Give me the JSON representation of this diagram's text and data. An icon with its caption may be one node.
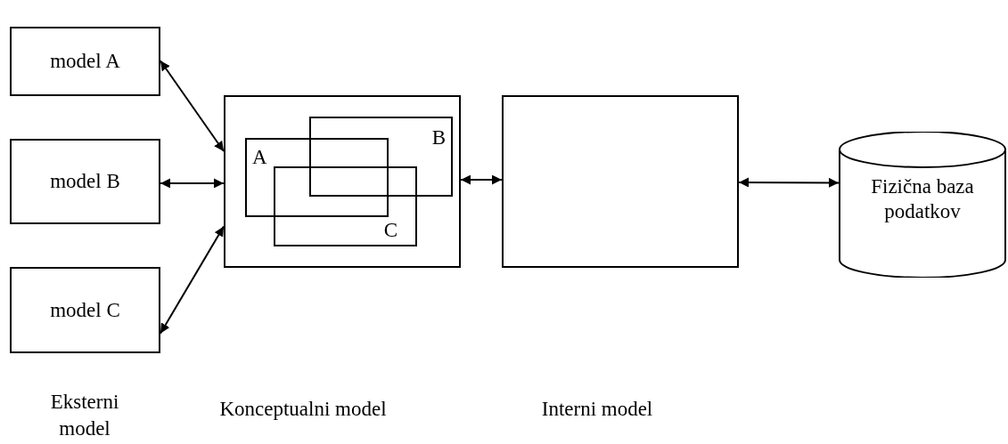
{
  "diagram": {
    "nodes": [
      {
        "text": [
          "model A"
        ]
      },
      {
        "text": [
          "model B"
        ]
      },
      {
        "text": [
          "model C"
        ]
      },
      {
        "text": [],
        "shape": "box"
      },
      {
        "text": [
          "A"
        ],
        "in": 3
      },
      {
        "text": [
          "B"
        ],
        "in": 3
      },
      {
        "text": [
          "C"
        ],
        "in": 3
      },
      {
        "text": [],
        "shape": "box"
      },
      {
        "text": [
          "Fizična baza podatkov"
        ]
      }
    ],
    "edges": [
      {
        "from": 0,
        "to": 3,
        "arrow": "both"
      },
      {
        "from": 1,
        "to": 3,
        "arrow": "both"
      },
      {
        "from": 2,
        "to": 3,
        "arrow": "both"
      },
      {
        "from": 3,
        "to": 7,
        "arrow": "both"
      },
      {
        "from": 7,
        "to": 8,
        "arrow": "both"
      }
    ],
    "labels": [
      "Eksterni model",
      "Konceptualni model",
      "Interni model"
    ]
  }
}
